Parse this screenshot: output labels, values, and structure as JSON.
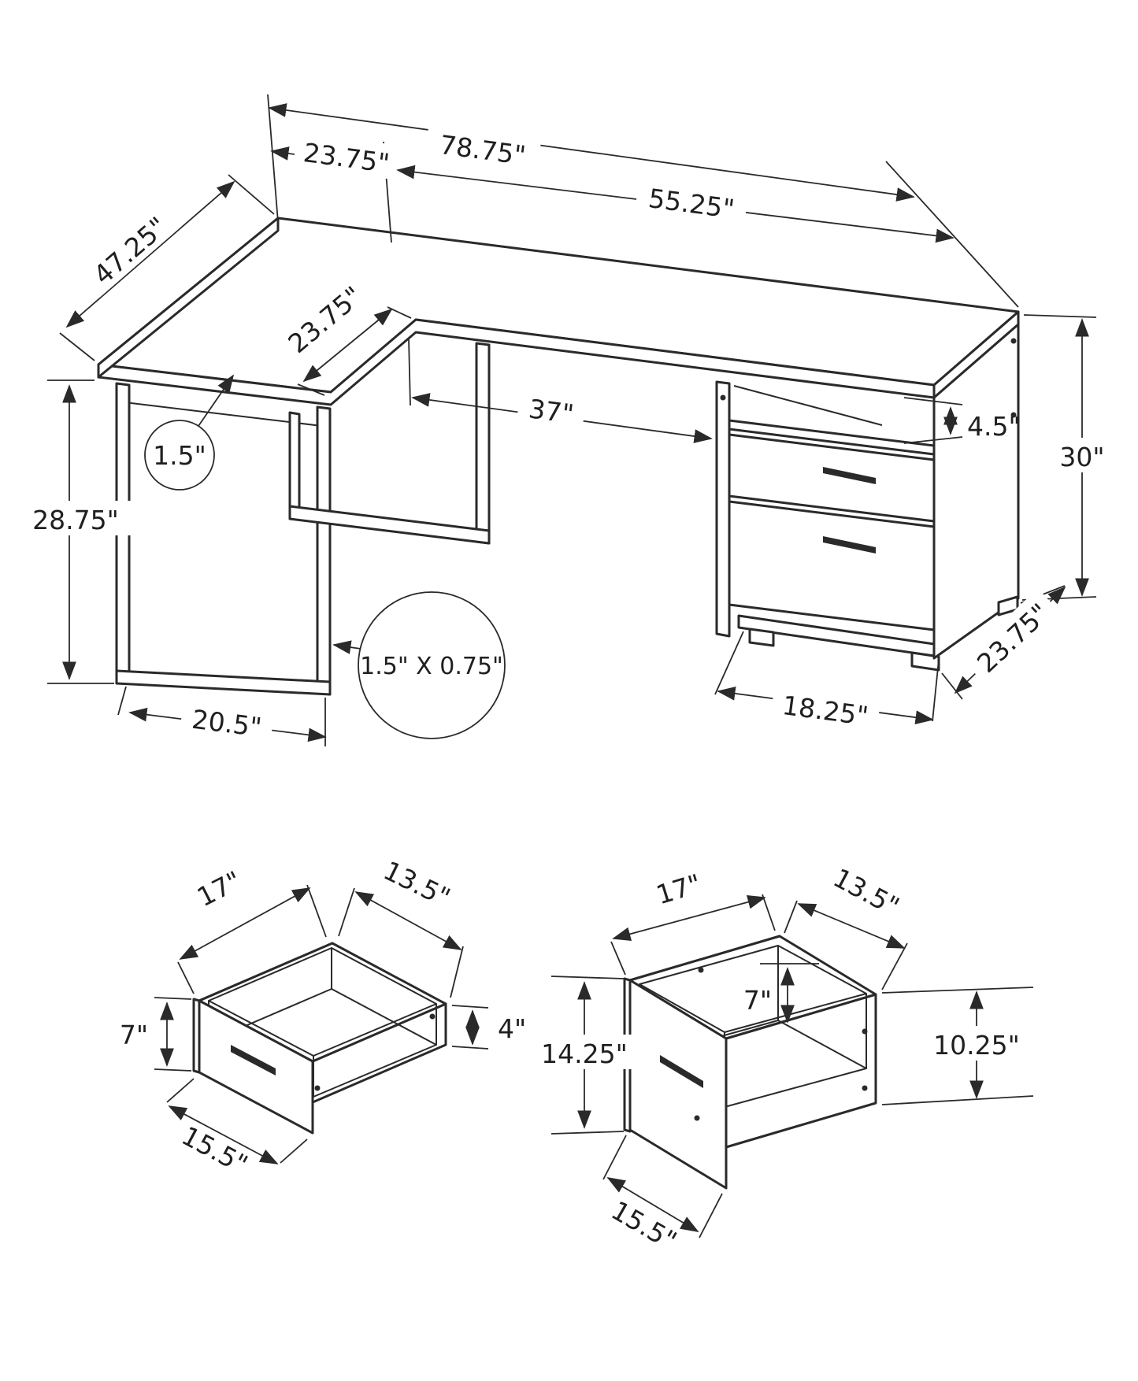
{
  "diagram": {
    "type": "furniture-dimension-diagram",
    "subject": "L-shaped computer desk with two-drawer pedestal",
    "units": "inches",
    "line_color": "#2a2a2a",
    "background_color": "#ffffff"
  },
  "main_view": {
    "overall_width": "78.75\"",
    "return_top_width": "23.75\"",
    "right_top_width": "55.25\"",
    "return_length": "47.25\"",
    "corner_depth": "23.75\"",
    "knee_clearance": "37\"",
    "cubby_height": "4.5\"",
    "overall_height": "30\"",
    "top_thickness": "1.5\"",
    "leg_clearance_height": "28.75\"",
    "leg_tube_size": "1.5\" X 0.75\"",
    "leg_span": "20.5\"",
    "cabinet_width": "18.25\"",
    "desk_depth": "23.75\""
  },
  "small_drawer": {
    "depth": "17\"",
    "width": "13.5\"",
    "front_height": "7\"",
    "side_height": "4\"",
    "front_width": "15.5\""
  },
  "file_drawer": {
    "depth": "17\"",
    "width": "13.5\"",
    "inner_depth": "7\"",
    "front_height": "14.25\"",
    "side_height": "10.25\"",
    "front_width": "15.5\""
  }
}
